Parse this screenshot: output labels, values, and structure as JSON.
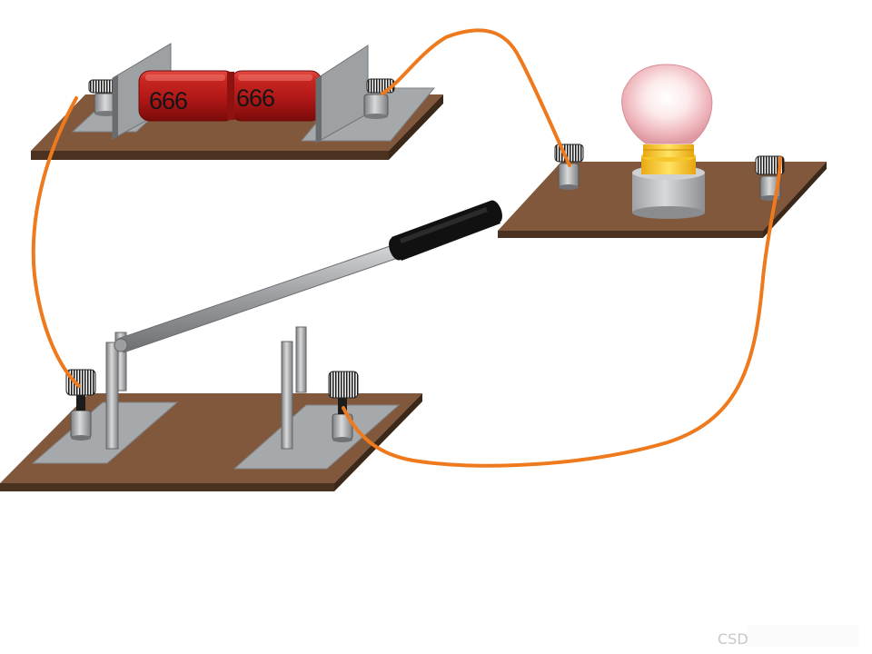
{
  "battery": {
    "cells": [
      {
        "label": "666"
      },
      {
        "label": "666"
      }
    ]
  },
  "watermark": {
    "text": "CSD"
  },
  "colors": {
    "wire": "#ee7a1d",
    "board": "#82583c",
    "board_edge": "#4b3220",
    "battery_red": "#b81d1c",
    "bulb_glow": "#f2c4c8",
    "socket_yellow": "#f7cf22",
    "metal": "#a9abad",
    "handle": "#111111"
  }
}
